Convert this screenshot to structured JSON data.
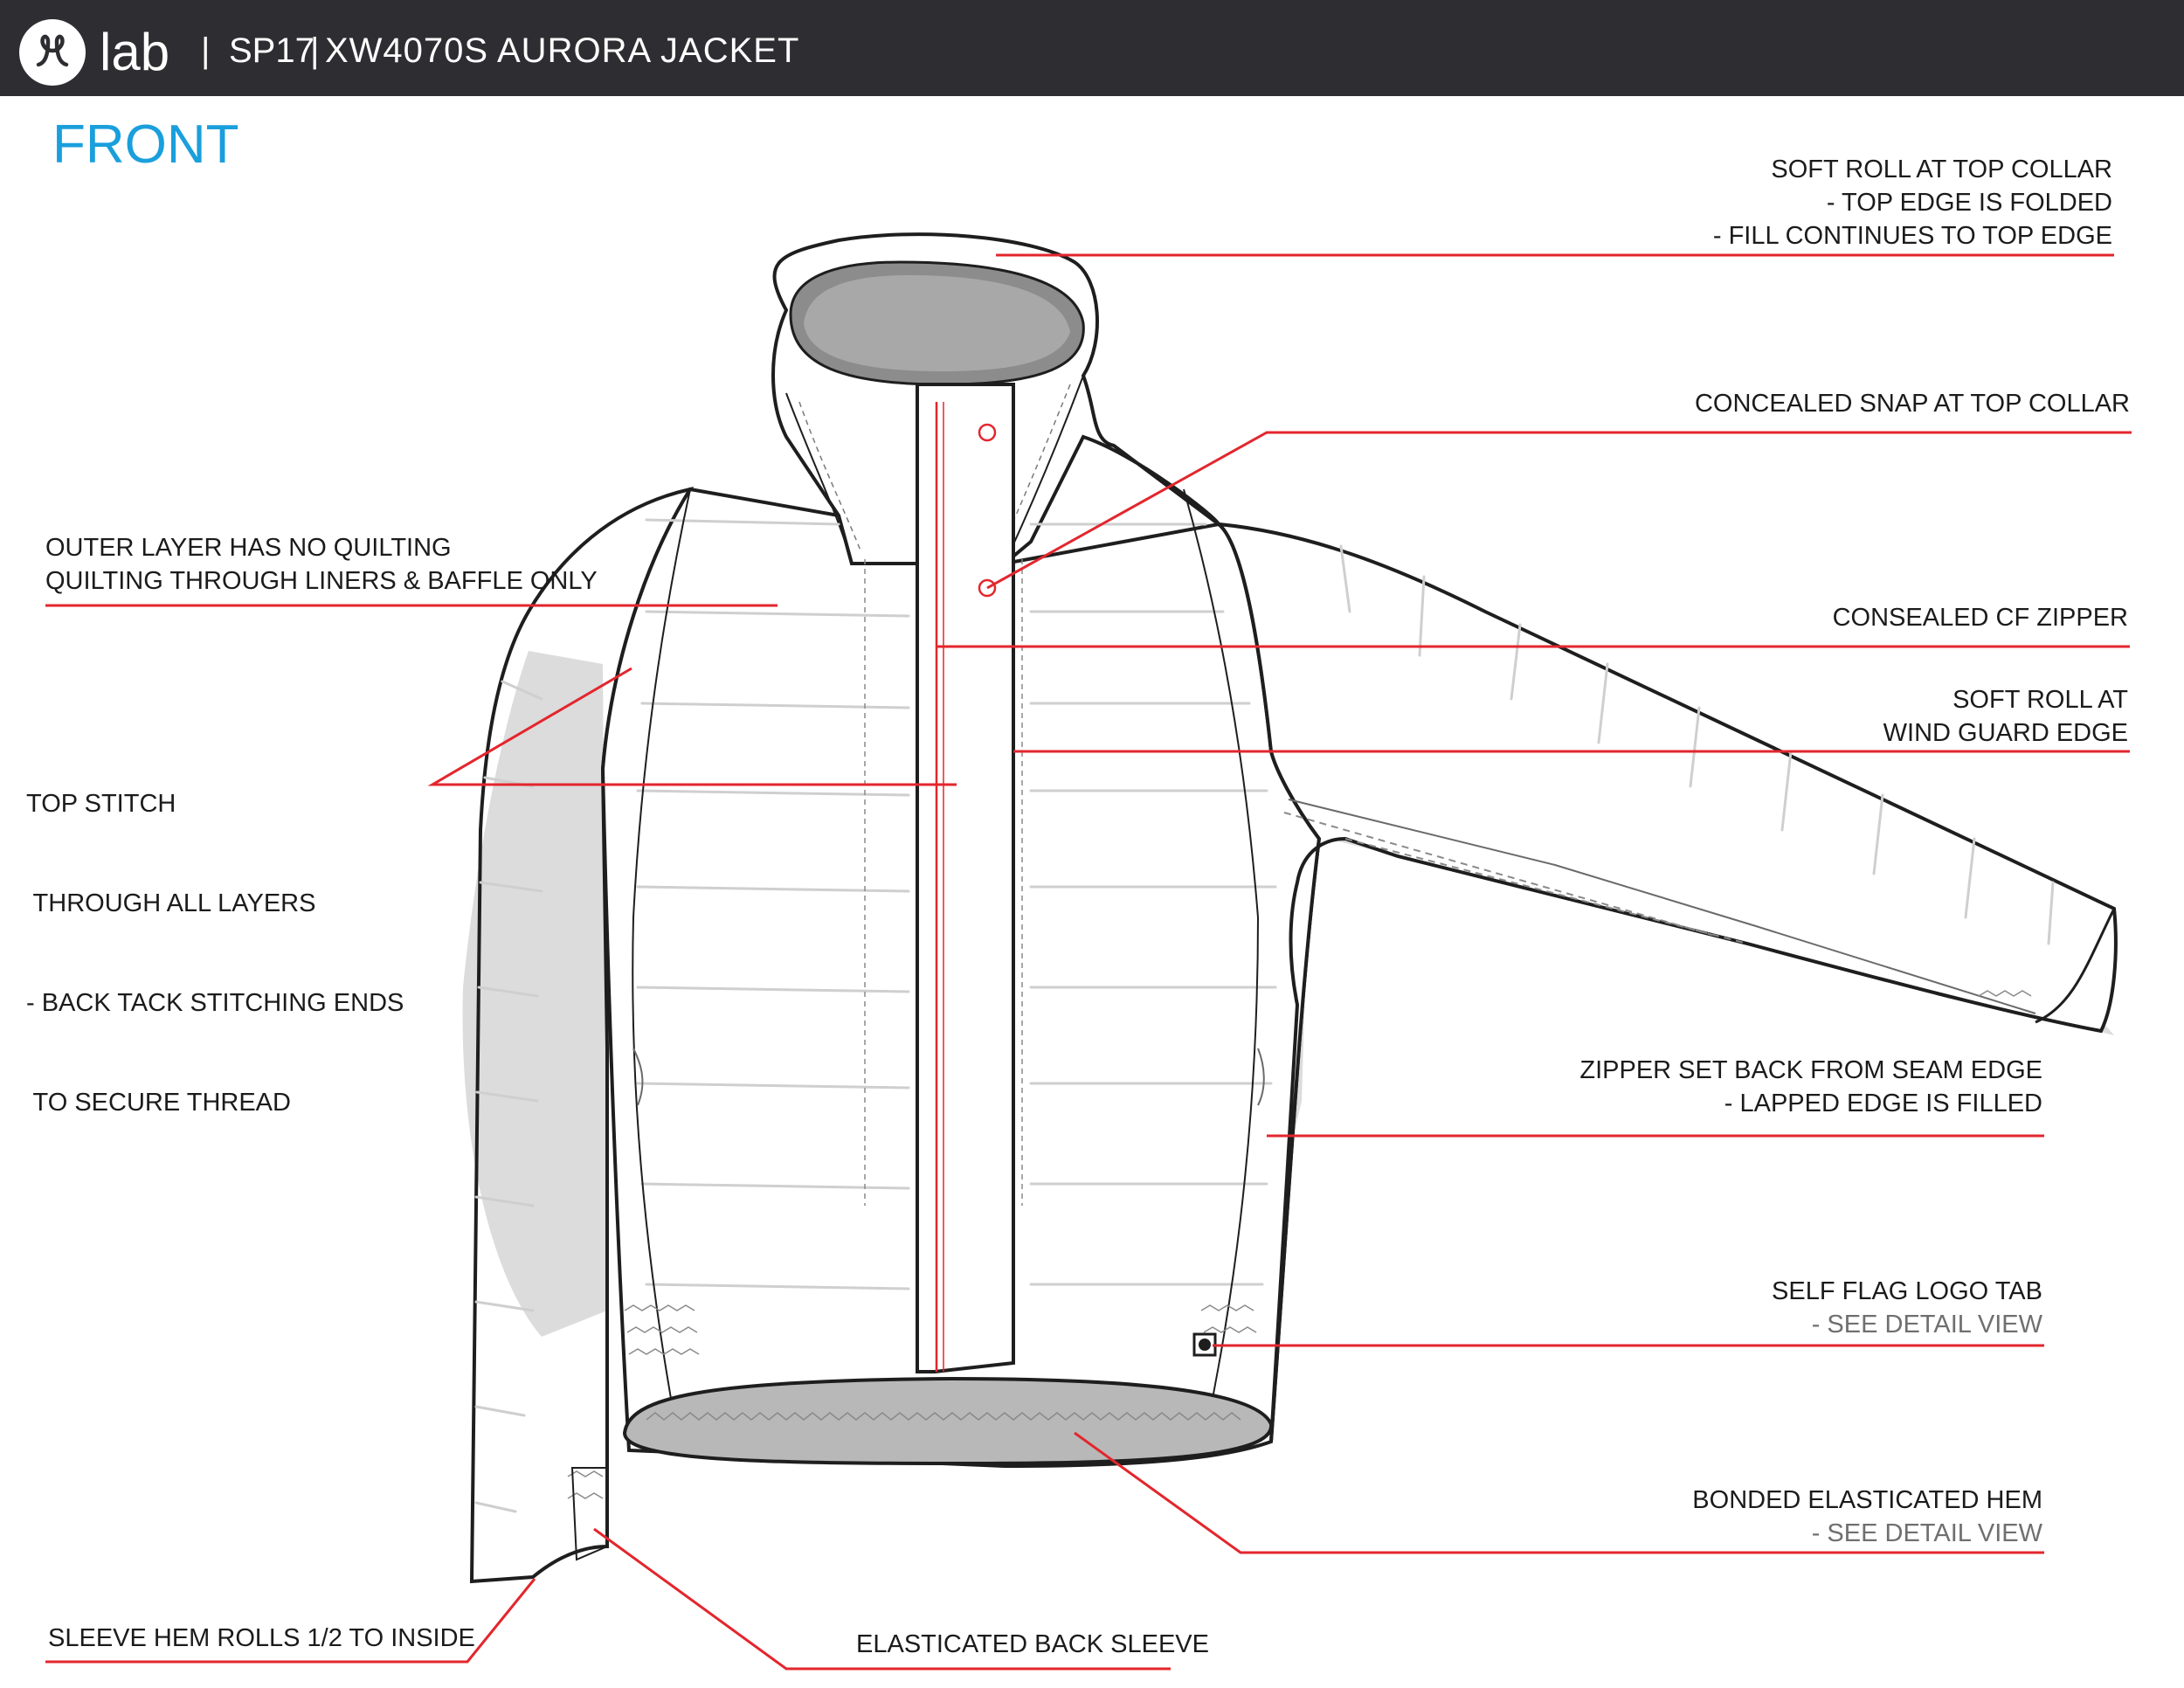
{
  "header": {
    "brand": "lab",
    "separator": "|",
    "season": "SP17",
    "style": "XW4070S AURORA JACKET",
    "logo": "lululemon-logo-icon"
  },
  "view_title": "FRONT",
  "colors": {
    "header_bg": "#2e2e32",
    "title_blue": "#1a9fdc",
    "callout_red": "#e3262d",
    "outline": "#1e1e1e",
    "shadow": "#d9d9d9",
    "hood_inner": "#8c8c8c"
  },
  "callouts": {
    "top_collar": {
      "l1": "SOFT ROLL AT TOP COLLAR",
      "l2": "- TOP EDGE IS FOLDED",
      "l3": "- FILL CONTINUES TO TOP EDGE"
    },
    "snap": {
      "l1": "CONCEALED SNAP AT TOP COLLAR"
    },
    "cf_zipper": {
      "l1": "CONSEALED CF ZIPPER"
    },
    "wind_guard": {
      "l1": "SOFT ROLL AT",
      "l2": "WIND GUARD EDGE"
    },
    "outer_layer": {
      "l1": "OUTER LAYER HAS NO QUILTING",
      "l2": "QUILTING THROUGH LINERS & BAFFLE ONLY"
    },
    "top_stitch": {
      "l1": "TOP STITCH",
      "l2": " THROUGH ALL LAYERS",
      "l3": "- BACK TACK STITCHING ENDS",
      "l4": " TO SECURE THREAD"
    },
    "zipper_set_back": {
      "l1": "ZIPPER SET BACK FROM SEAM EDGE",
      "l2": "- LAPPED EDGE IS FILLED"
    },
    "logo_tab": {
      "l1": "SELF FLAG LOGO TAB",
      "l2": "- SEE DETAIL VIEW"
    },
    "hem": {
      "l1": "BONDED ELASTICATED HEM",
      "l2": "- SEE DETAIL VIEW"
    },
    "sleeve_hem": {
      "l1": "SLEEVE HEM ROLLS 1/2 TO INSIDE"
    },
    "back_sleeve": {
      "l1": "ELASTICATED BACK SLEEVE"
    }
  }
}
